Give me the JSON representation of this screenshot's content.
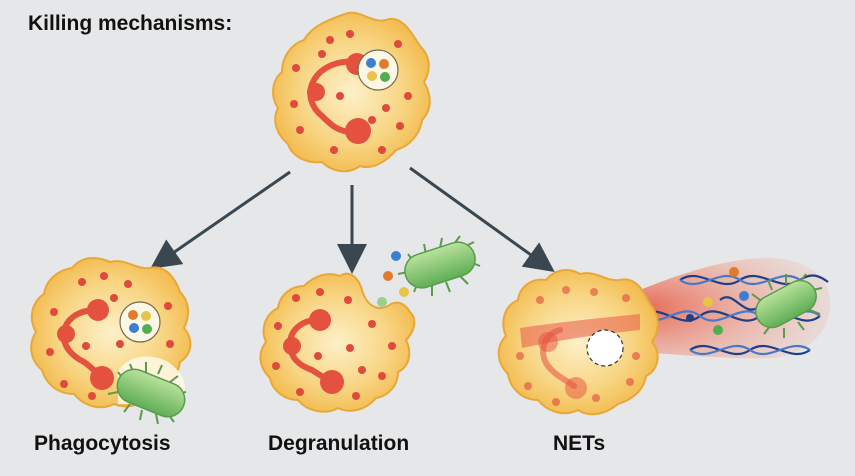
{
  "title": "Killing mechanisms:",
  "mechanisms": [
    {
      "label": "Phagocytosis"
    },
    {
      "label": "Degranulation"
    },
    {
      "label": "NETs"
    }
  ],
  "colors": {
    "background": "#e6e7e8",
    "cell_fill": "#f6c55a",
    "cell_stroke": "#e3a534",
    "granule": "#e04a3c",
    "nucleus": "#e85a4a",
    "bacterium": "#7fc26d",
    "dna": "#1f3f86",
    "arrow": "#3a4750"
  },
  "icons": [
    "neutrophil-icon",
    "bacterium-icon",
    "granule-vesicle-icon",
    "dna-strand-icon"
  ]
}
